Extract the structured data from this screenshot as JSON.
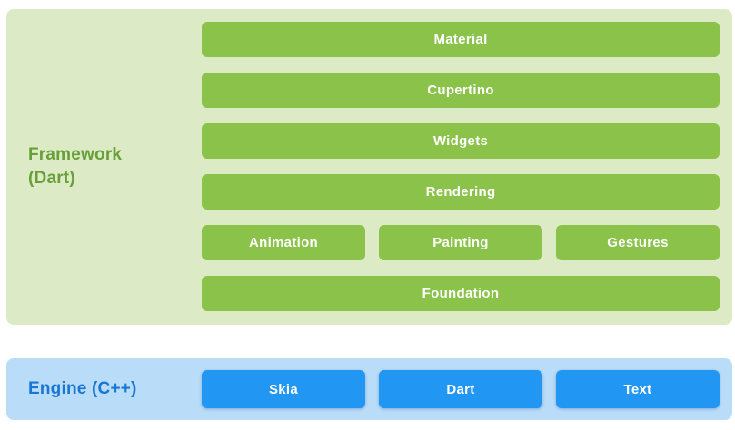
{
  "colors": {
    "page_bg": "#ffffff",
    "framework_bg": "#dcebc6",
    "framework_bar": "#8ac24a",
    "framework_label": "#689f38",
    "engine_bg": "#b9dcf8",
    "engine_bar": "#2196f3",
    "engine_label": "#1976d2",
    "bar_text": "#ffffff"
  },
  "framework": {
    "label_line1": "Framework",
    "label_line2": "(Dart)",
    "layers": [
      "Material",
      "Cupertino",
      "Widgets",
      "Rendering"
    ],
    "sublayers": [
      "Animation",
      "Painting",
      "Gestures"
    ],
    "foundation_label": "Foundation"
  },
  "engine": {
    "label": "Engine (C++)",
    "components": [
      "Skia",
      "Dart",
      "Text"
    ]
  }
}
